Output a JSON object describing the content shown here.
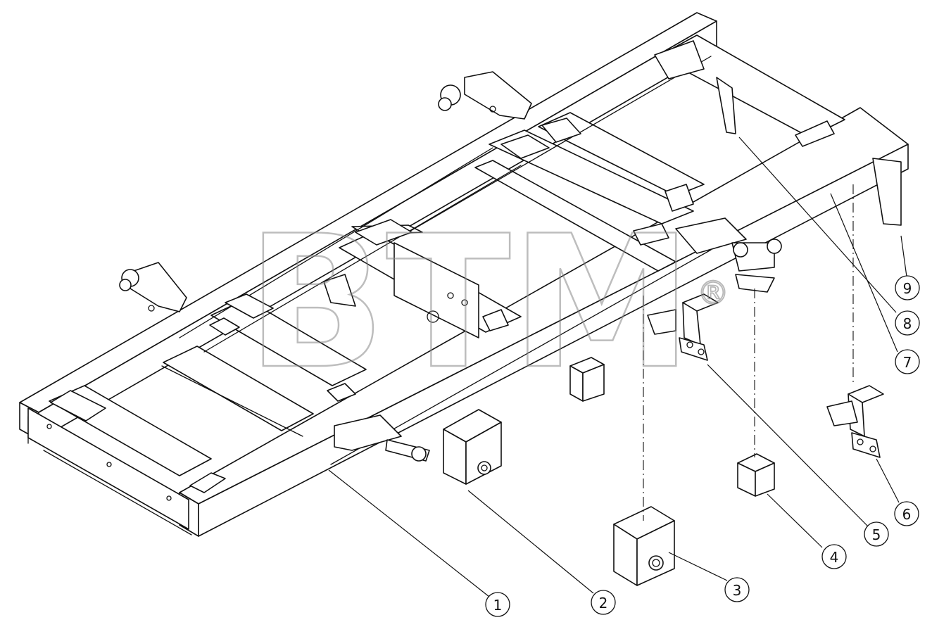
{
  "watermark": {
    "text": "BTM",
    "registered_mark": "®"
  },
  "callouts": [
    {
      "number": "1"
    },
    {
      "number": "2"
    },
    {
      "number": "3"
    },
    {
      "number": "4"
    },
    {
      "number": "5"
    },
    {
      "number": "6"
    },
    {
      "number": "7"
    },
    {
      "number": "8"
    },
    {
      "number": "9"
    }
  ]
}
